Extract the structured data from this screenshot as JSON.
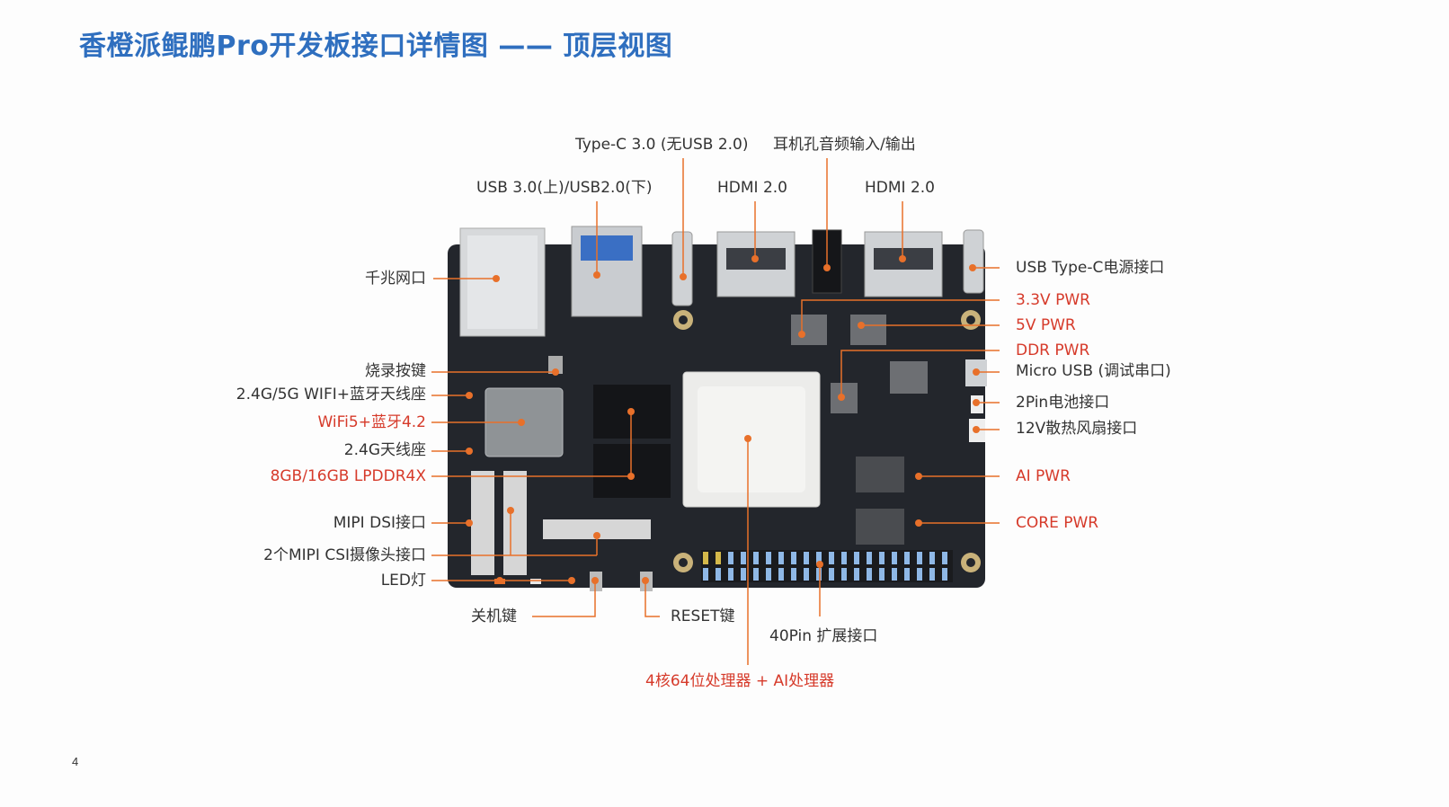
{
  "slide": {
    "title": "香橙派鲲鹏Pro开发板接口详情图 —— 顶层视图",
    "page_number": "4"
  },
  "colors": {
    "title": "#2f6fbf",
    "label_dark": "#333333",
    "label_red": "#d63a2a",
    "leader_line": "#e8702a",
    "board": "#23262c",
    "soc": "#ececea"
  },
  "labels": {
    "top": {
      "typec30": "Type-C 3.0 (无USB 2.0)",
      "audio": "耳机孔音频输入/输出",
      "usb": "USB 3.0(上)/USB2.0(下)",
      "hdmi1": "HDMI 2.0",
      "hdmi2": "HDMI 2.0"
    },
    "left": {
      "ethernet": "千兆网口",
      "burn_button": "烧录按键",
      "wifi_antenna": "2.4G/5G WIFI+蓝牙天线座",
      "wifi_chip": "WiFi5+蓝牙4.2",
      "antenna_24g": "2.4G天线座",
      "lpddr": "8GB/16GB LPDDR4X",
      "mipi_dsi": "MIPI DSI接口",
      "mipi_csi": "2个MIPI CSI摄像头接口",
      "led": "LED灯"
    },
    "right": {
      "typec_power": "USB Type-C电源接口",
      "pwr_33": "3.3V PWR",
      "pwr_5v": "5V PWR",
      "pwr_ddr": "DDR PWR",
      "micro_usb": "Micro USB (调试串口)",
      "battery": "2Pin电池接口",
      "fan": "12V散热风扇接口",
      "ai_pwr": "AI PWR",
      "core_pwr": "CORE PWR"
    },
    "bottom": {
      "power_off": "关机键",
      "reset": "RESET键",
      "gpio": "40Pin 扩展接口",
      "processor": "4核64位处理器 + AI处理器"
    }
  }
}
